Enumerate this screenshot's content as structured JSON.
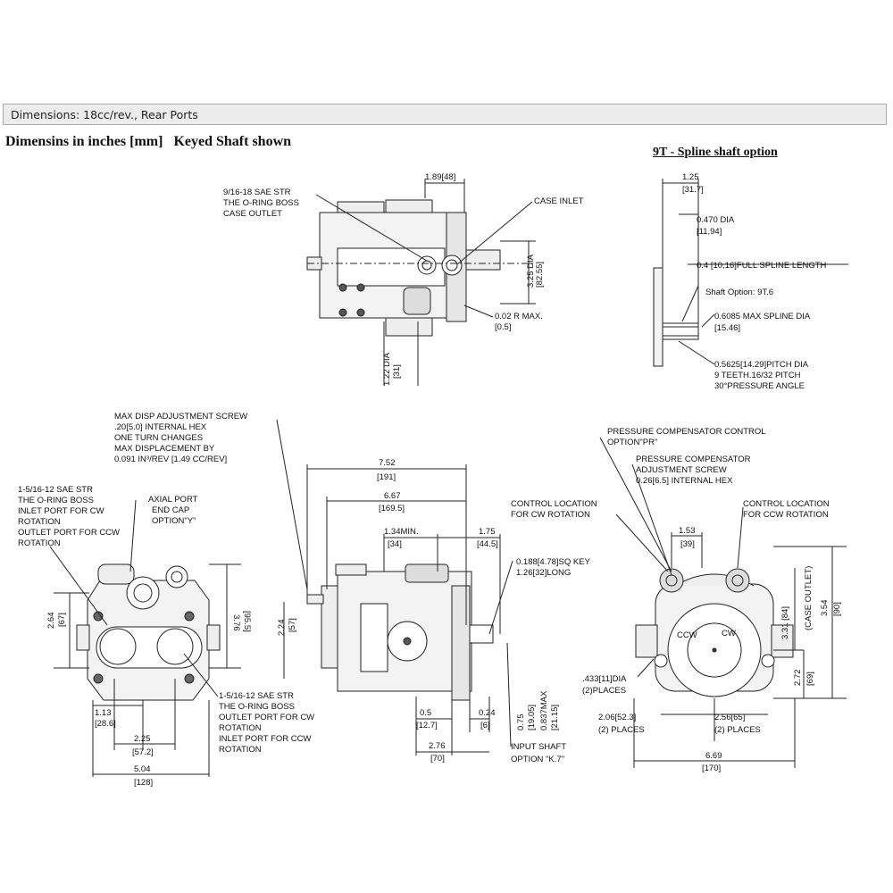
{
  "header": {
    "title": "Dimensions: 18cc/rev., Rear Ports"
  },
  "headings": {
    "main": "Dimensins in inches [mm]   Keyed Shaft shown",
    "spline": "9T - Spline shaft option"
  },
  "top_view": {
    "dim_top": "1.89[48]",
    "case_outlet": [
      "9/16-18 SAE STR",
      "THE O-RING BOSS",
      "CASE OUTLET"
    ],
    "case_inlet": "CASE INLET",
    "dia_325": "3.25 DIA",
    "dia_325_mm": "[82.55]",
    "radius": [
      "0.02 R MAX.",
      "[0.5]"
    ],
    "dia_122": "1.22 DIA",
    "dia_122_mm": "[31]"
  },
  "spline_view": {
    "dim_125": "1.25",
    "dim_125_mm": "[31.7]",
    "dia_470": [
      "0.470 DIA",
      "[11,94]"
    ],
    "spline_length": "0.4 [10,16]FULL SPLINE LENGTH",
    "shaft_option": "Shaft Option: 9T.6",
    "max_spline": [
      "0.6085 MAX SPLINE DIA",
      "[15.46]"
    ],
    "pitch": [
      "0.5625[14.29]PITCH DIA",
      "9 TEETH.16/32 PITCH",
      "30°PRESSURE ANGLE"
    ]
  },
  "rear_view": {
    "inlet_port": [
      "1-5/16-12 SAE STR",
      "THE O-RING BOSS",
      "INLET PORT FOR CW",
      "ROTATION",
      "OUTLET PORT FOR CCW",
      "ROTATION"
    ],
    "axial_port": [
      "AXIAL PORT",
      "END CAP",
      "OPTION\"Y\""
    ],
    "outlet_port": [
      "1-5/16-12 SAE STR",
      "THE O-RING BOSS",
      "OUTLET PORT FOR CW",
      "ROTATION",
      "INLET PORT FOR CCW",
      "ROTATION"
    ],
    "dim_264": "2.64",
    "dim_264_mm": "[67]",
    "dim_376": "3.76",
    "dim_376_mm": "[95.5]",
    "dim_113": "1.13",
    "dim_113_mm": "[28.6]",
    "dim_225": "2.25",
    "dim_225_mm": "[57.2]",
    "dim_504": "5.04",
    "dim_504_mm": "[128]"
  },
  "side_view": {
    "max_disp": [
      "MAX DISP ADJUSTMENT SCREW",
      ".20[5.0] INTERNAL HEX",
      "ONE TURN CHANGES",
      "MAX DISPLACEMENT BY",
      "0.091 IN³/REV [1.49 CC/REV]"
    ],
    "dim_752": "7.52",
    "dim_752_mm": "[191]",
    "dim_667": "6.67",
    "dim_667_mm": "[169.5]",
    "dim_134": "1.34MIN.",
    "dim_134_mm": "[34]",
    "dim_175": "1.75",
    "dim_175_mm": "[44.5]",
    "key": [
      "0.188[4.78]SQ KEY",
      "1.26[32]LONG"
    ],
    "dim_224": "2.24",
    "dim_224_mm": "[57]",
    "dim_05": "0.5",
    "dim_05_mm": "[12.7]",
    "dim_024": "0.24",
    "dim_024_mm": "[6]",
    "dim_276": "2.76",
    "dim_276_mm": "[70]",
    "dim_075": "0.75",
    "dim_075_mm": "[19.05]",
    "dim_0837": "0.837MAX",
    "dim_0837_mm": "[21.15]",
    "input_shaft": [
      "INPUT SHAFT",
      "OPTION \"K.7\""
    ]
  },
  "front_view": {
    "pc_control": [
      "PRESSURE COMPENSATOR CONTROL",
      "OPTION\"PR\""
    ],
    "pc_screw": [
      "PRESSURE COMPENSATOR",
      "ADJUSTMENT SCREW",
      "0.26[6.5] INTERNAL HEX"
    ],
    "cw_loc": [
      "CONTROL LOCATION",
      "FOR CW ROTATION"
    ],
    "ccw_loc": [
      "CONTROL LOCATION",
      "FOR CCW ROTATION"
    ],
    "dim_153": "1.53",
    "dim_153_mm": "[39]",
    "ccw": "CCW",
    "cw": "CW",
    "dim_331": "3.31 [84]",
    "dim_331_sub": "(CASE OUTLET)",
    "dim_354": "3.54",
    "dim_354_mm": "[90]",
    "dim_272": "2.72",
    "dim_272_mm": "[69]",
    "hole": [
      ".433[11]DIA",
      "(2)PLACES"
    ],
    "dim_208": [
      "2.06[52.3]",
      "(2) PLACES"
    ],
    "dim_256": [
      "2.56[65]",
      "(2) PLACES"
    ],
    "dim_669": "6.69",
    "dim_669_mm": "[170]"
  }
}
